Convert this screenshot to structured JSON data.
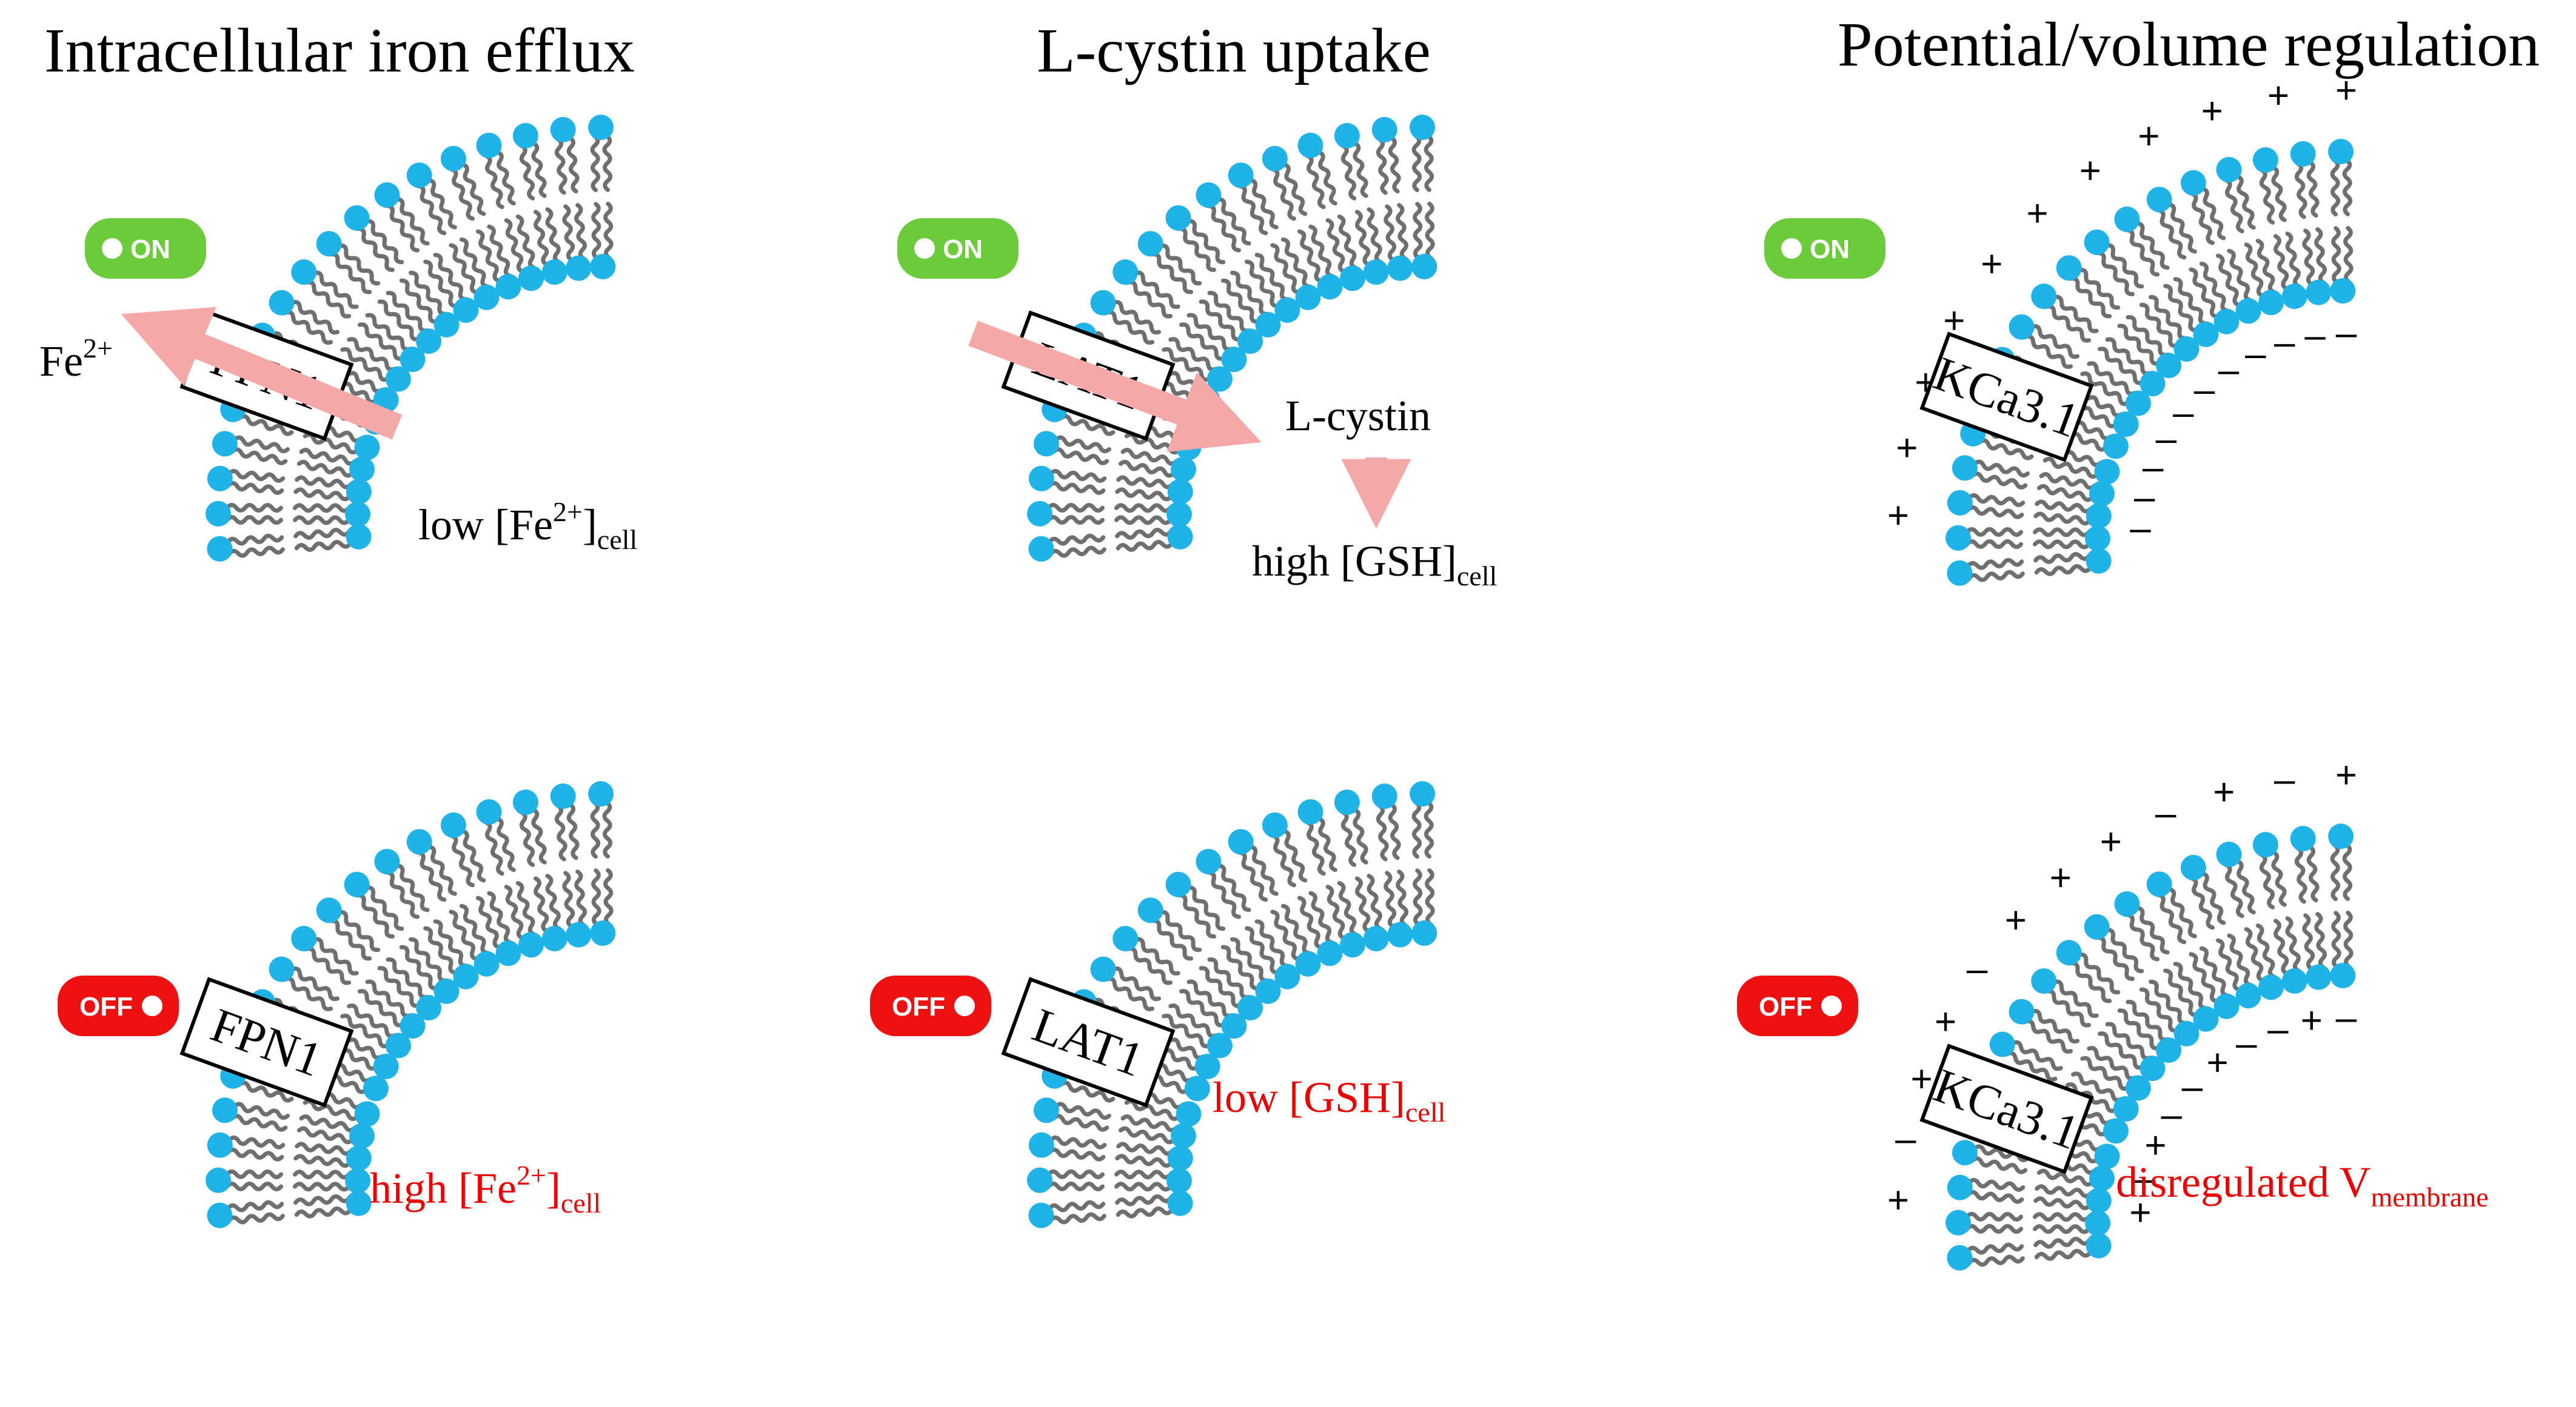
{
  "colors": {
    "head": "#1fb3e8",
    "tail": "#6f6f6f",
    "on": "#6bcb3a",
    "off": "#ee1111",
    "arrow": "#f4a8a8",
    "red_text": "#ee0000"
  },
  "icons": {
    "toggle_on": "toggle-on-icon",
    "toggle_off": "toggle-off-icon",
    "flux_arrow": "arrow-icon"
  },
  "panels": {
    "iron": {
      "title": "Intracellular iron efflux",
      "protein": "FPN1",
      "on": {
        "toggle": "ON",
        "ion": {
          "base": "Fe",
          "sup": "2+"
        },
        "state": {
          "pre": "low [Fe",
          "sup": "2+",
          "mid": "]",
          "sub": "cell"
        }
      },
      "off": {
        "toggle": "OFF",
        "state": {
          "pre": "high [Fe",
          "sup": "2+",
          "mid": "]",
          "sub": "cell"
        }
      }
    },
    "cystin": {
      "title": "L-cystin uptake",
      "protein": "LAT1",
      "on": {
        "toggle": "ON",
        "substrate": "L-cystin",
        "state": {
          "pre": "high [GSH]",
          "sub": "cell"
        }
      },
      "off": {
        "toggle": "OFF",
        "state": {
          "pre": "low [GSH]",
          "sub": "cell"
        }
      }
    },
    "potential": {
      "title": "Potential/volume regulation",
      "protein": "KCa3.1",
      "on": {
        "toggle": "ON"
      },
      "off": {
        "toggle": "OFF",
        "state": {
          "pre": "disregulated V",
          "sub": "membrane"
        }
      }
    }
  }
}
